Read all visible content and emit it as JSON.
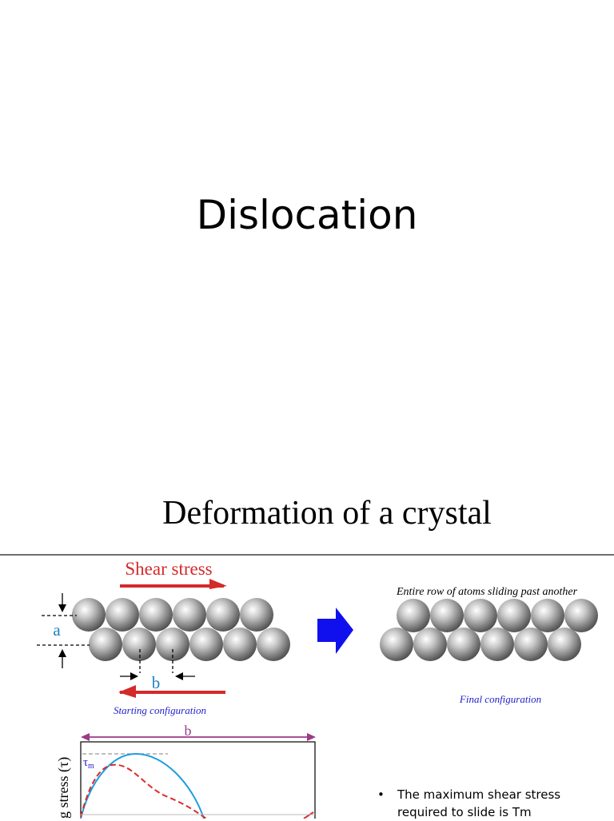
{
  "slide1": {
    "title": "Dislocation"
  },
  "slide2": {
    "title": "Deformation of a crystal",
    "shear_label": "Shear stress",
    "a_label": "a",
    "b_label": "b",
    "start_caption": "Starting configuration",
    "right_heading": "Entire row of atoms sliding past another",
    "final_caption": "Final configuration",
    "plot_b_label": "b",
    "tau_label": "τ",
    "tau_sub": "m",
    "y_axis_label": "g stress (τ)",
    "bullet_dot": "•",
    "bullet_text": "The maximum shear stress required to slide is Tm"
  },
  "colors": {
    "shear_red": "#d42a2a",
    "label_blue": "#1e7fc0",
    "arrow_blue": "#1010ee",
    "caption_blue": "#2222cc",
    "purple": "#9b3a8a",
    "curve_blue": "#1a9ee0",
    "curve_red": "#dd2a2a"
  }
}
